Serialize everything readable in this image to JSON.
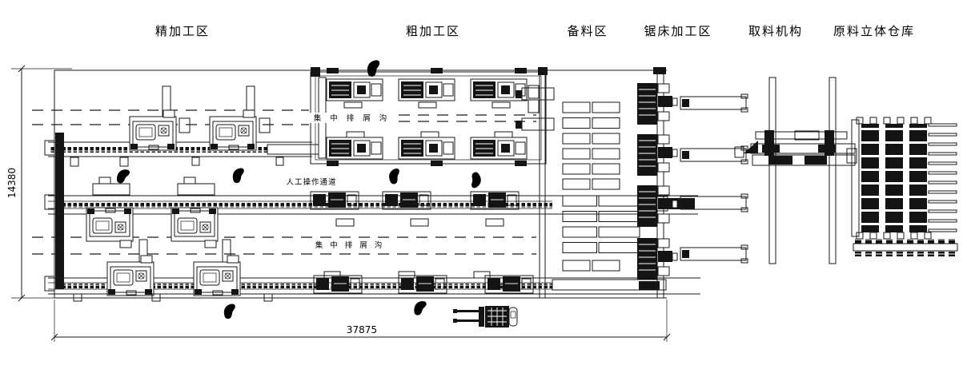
{
  "zone_labels": [
    {
      "label": "精加工区"
    },
    {
      "label": "粗加工区"
    },
    {
      "label": "备料区"
    },
    {
      "label": "锯床加工区"
    },
    {
      "label": "取料机构"
    },
    {
      "label": "原料立体仓库"
    }
  ],
  "floor_annotations": {
    "chip_trench_rough": "集中排屑沟",
    "manual_access": "人工操作通道",
    "chip_trench_fine": "集中排屑沟"
  },
  "dimensions": {
    "overall_length": "37875",
    "overall_width": "14380"
  },
  "colors": {
    "ink": "#1a1a1a",
    "background": "#ffffff"
  }
}
